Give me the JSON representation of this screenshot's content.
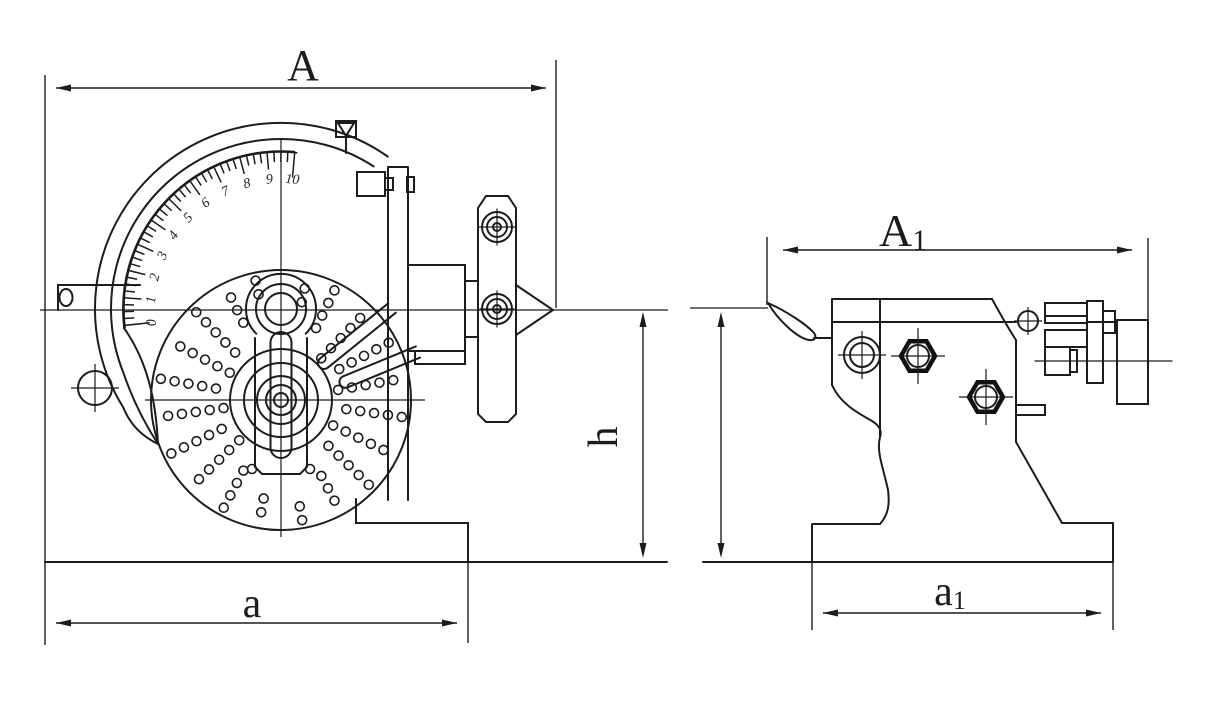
{
  "drawing": {
    "title": "Dividing head two-view engineering drawing",
    "views": {
      "front": "front view with dividing plate and vernier scale",
      "side": "side view of tailstock"
    }
  },
  "dimensions": {
    "A": {
      "label": "A",
      "sub": ""
    },
    "A1": {
      "label": "A",
      "sub": "1"
    },
    "a": {
      "label": "a",
      "sub": ""
    },
    "a1": {
      "label": "a",
      "sub": "1"
    },
    "h": {
      "label": "h",
      "sub": ""
    }
  },
  "scale": {
    "labels": [
      "0",
      "1",
      "2",
      "3",
      "4",
      "5",
      "6",
      "7",
      "8",
      "9",
      "10"
    ],
    "minor_per_major": 4,
    "start_angle_deg": 186,
    "step_deg": 10.1
  },
  "colors": {
    "line": "#1c1c1c",
    "background": "#ffffff"
  }
}
